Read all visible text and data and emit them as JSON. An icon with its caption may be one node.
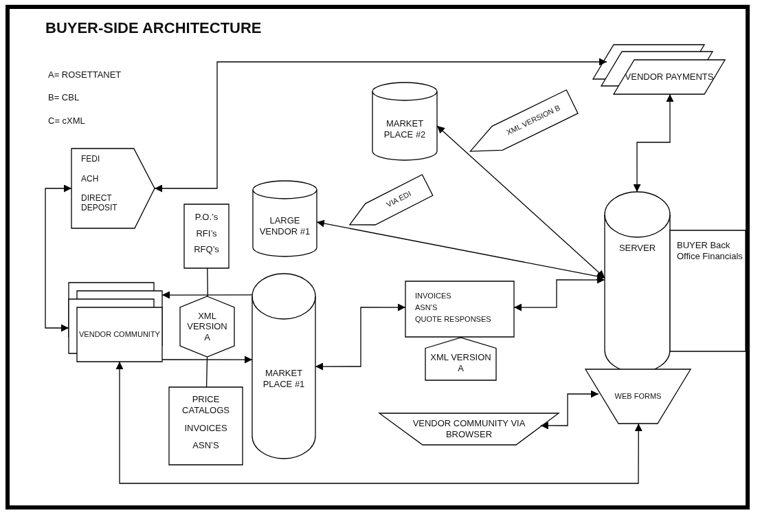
{
  "diagram": {
    "title": "BUYER-SIDE ARCHITECTURE",
    "nodes": [
      {
        "text": [
          "FEDI",
          "ACH",
          "DIRECT DEPOSIT"
        ]
      },
      {
        "text": [
          "VENDOR PAYMENTS"
        ]
      },
      {
        "text": [
          "MARKET PLACE #2"
        ]
      },
      {
        "text": [
          "XML VERSION B"
        ]
      },
      {
        "text": [
          "LARGE VENDOR #1"
        ]
      },
      {
        "text": [
          "VIA EDI"
        ]
      },
      {
        "text": [
          "P.O.’s",
          "RFI’s",
          "RFQ’s"
        ]
      },
      {
        "text": [
          "VENDOR COMMUNITY"
        ]
      },
      {
        "text": [
          "XML VERSION A"
        ]
      },
      {
        "text": [
          "PRICE CATALOGS",
          "INVOICES",
          "ASN’S"
        ]
      },
      {
        "text": [
          "MARKET PLACE #1"
        ]
      },
      {
        "text": [
          "INVOICES",
          "ASN’S",
          "QUOTE RESPONSES"
        ]
      },
      {
        "text": [
          "XML VERSION A"
        ]
      },
      {
        "text": [
          "SERVER"
        ]
      },
      {
        "text": [
          "BUYER Back Office Financials"
        ]
      },
      {
        "text": [
          "WEB FORMS"
        ]
      },
      {
        "text": [
          "VENDOR COMMUNITY VIA BROWSER"
        ]
      }
    ],
    "edges": [
      {
        "from": 0,
        "to": 1,
        "arrow": "both"
      },
      {
        "from": 0,
        "to": 7,
        "arrow": "both"
      },
      {
        "from": 13,
        "to": 1,
        "arrow": "both"
      },
      {
        "from": 13,
        "to": 2,
        "arrow": "both"
      },
      {
        "from": 13,
        "to": 4,
        "arrow": "both"
      },
      {
        "from": 13,
        "to": 11,
        "arrow": "both"
      },
      {
        "from": 10,
        "to": 11,
        "arrow": "both"
      },
      {
        "from": 10,
        "to": 7,
        "arrow": "to"
      },
      {
        "from": 7,
        "to": 10,
        "arrow": "to"
      },
      {
        "from": 6,
        "to": 8,
        "arrow": "none"
      },
      {
        "from": 8,
        "to": 9,
        "arrow": "none"
      },
      {
        "from": 16,
        "to": 15,
        "arrow": "both"
      },
      {
        "from": 7,
        "to": 15,
        "arrow": "both"
      }
    ],
    "labels": [
      "A= ROSETTANET",
      "B= CBL",
      "C= cXML"
    ]
  }
}
